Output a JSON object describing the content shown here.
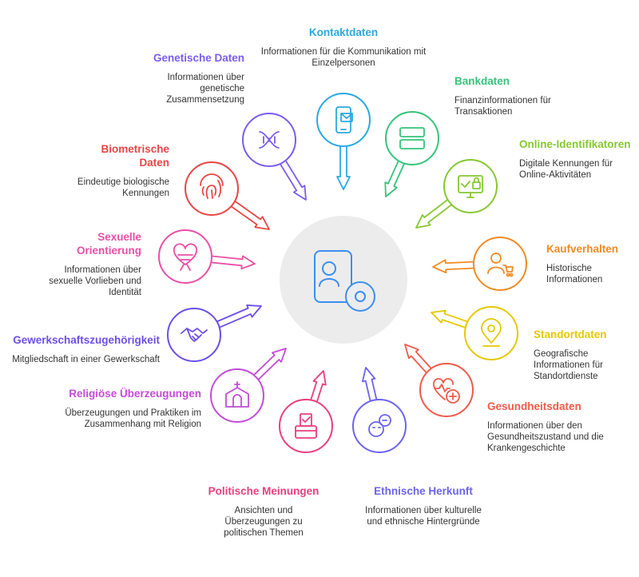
{
  "items": [
    {
      "id": "kontakt",
      "title": "Kontaktdaten",
      "desc": "Informationen für die Kommunikation mit Einzelpersonen",
      "color": "#29a9e0",
      "icon": "smartphone-mail-icon"
    },
    {
      "id": "bank",
      "title": "Bankdaten",
      "desc": "Finanzinformationen für Transaktionen",
      "color": "#35c47a",
      "icon": "credit-card-icon"
    },
    {
      "id": "online",
      "title": "Online-Identifikatoren",
      "desc": "Digitale Kennungen für Online-Aktivitäten",
      "color": "#86c830",
      "icon": "monitor-lock-icon"
    },
    {
      "id": "kauf",
      "title": "Kaufverhalten",
      "desc": "Historische Informationen",
      "color": "#f08a24",
      "icon": "user-cart-icon"
    },
    {
      "id": "standort",
      "title": "Standortdaten",
      "desc": "Geografische Informationen für Standortdienste",
      "color": "#e6c800",
      "icon": "location-pin-icon"
    },
    {
      "id": "gesundheit",
      "title": "Gesundheitsdaten",
      "desc": "Informationen über den Gesundheitszustand und die Krankengeschichte",
      "color": "#ef5a4a",
      "icon": "heart-medical-icon"
    },
    {
      "id": "ethnisch",
      "title": "Ethnische Herkunft",
      "desc": "Informationen über kulturelle und ethnische Hintergründe",
      "color": "#6c63ef",
      "icon": "faces-icon"
    },
    {
      "id": "politisch",
      "title": "Politische Meinungen",
      "desc": "Ansichten und Überzeugungen zu politischen Themen",
      "color": "#ea3e7e",
      "icon": "ballot-box-icon"
    },
    {
      "id": "religioes",
      "title": "Religiöse Überzeugungen",
      "desc": "Überzeugungen und Praktiken im Zusammenhang mit Religion",
      "color": "#c44bd8",
      "icon": "temple-icon"
    },
    {
      "id": "gewerkschaft",
      "title": "Gewerkschaftszugehörigkeit",
      "desc": "Mitgliedschaft in einer Gewerkschaft",
      "color": "#6b4fe8",
      "icon": "handshake-icon"
    },
    {
      "id": "sexuell",
      "title": "Sexuelle Orientierung",
      "desc": "Informationen über sexuelle Vorlieben und Identität",
      "color": "#ea4fa6",
      "icon": "heart-ribbon-icon"
    },
    {
      "id": "biometrisch",
      "title": "Biometrische Daten",
      "desc": "Eindeutige biologische Kennungen",
      "color": "#e84545",
      "icon": "fingerprint-icon"
    },
    {
      "id": "genetisch",
      "title": "Genetische Daten",
      "desc": "Informationen über genetische Zusammensetzung",
      "color": "#7a5cf0",
      "icon": "dna-icon"
    }
  ],
  "center": {
    "icon": "phone-user-icon",
    "color": "#3b8ff0"
  }
}
